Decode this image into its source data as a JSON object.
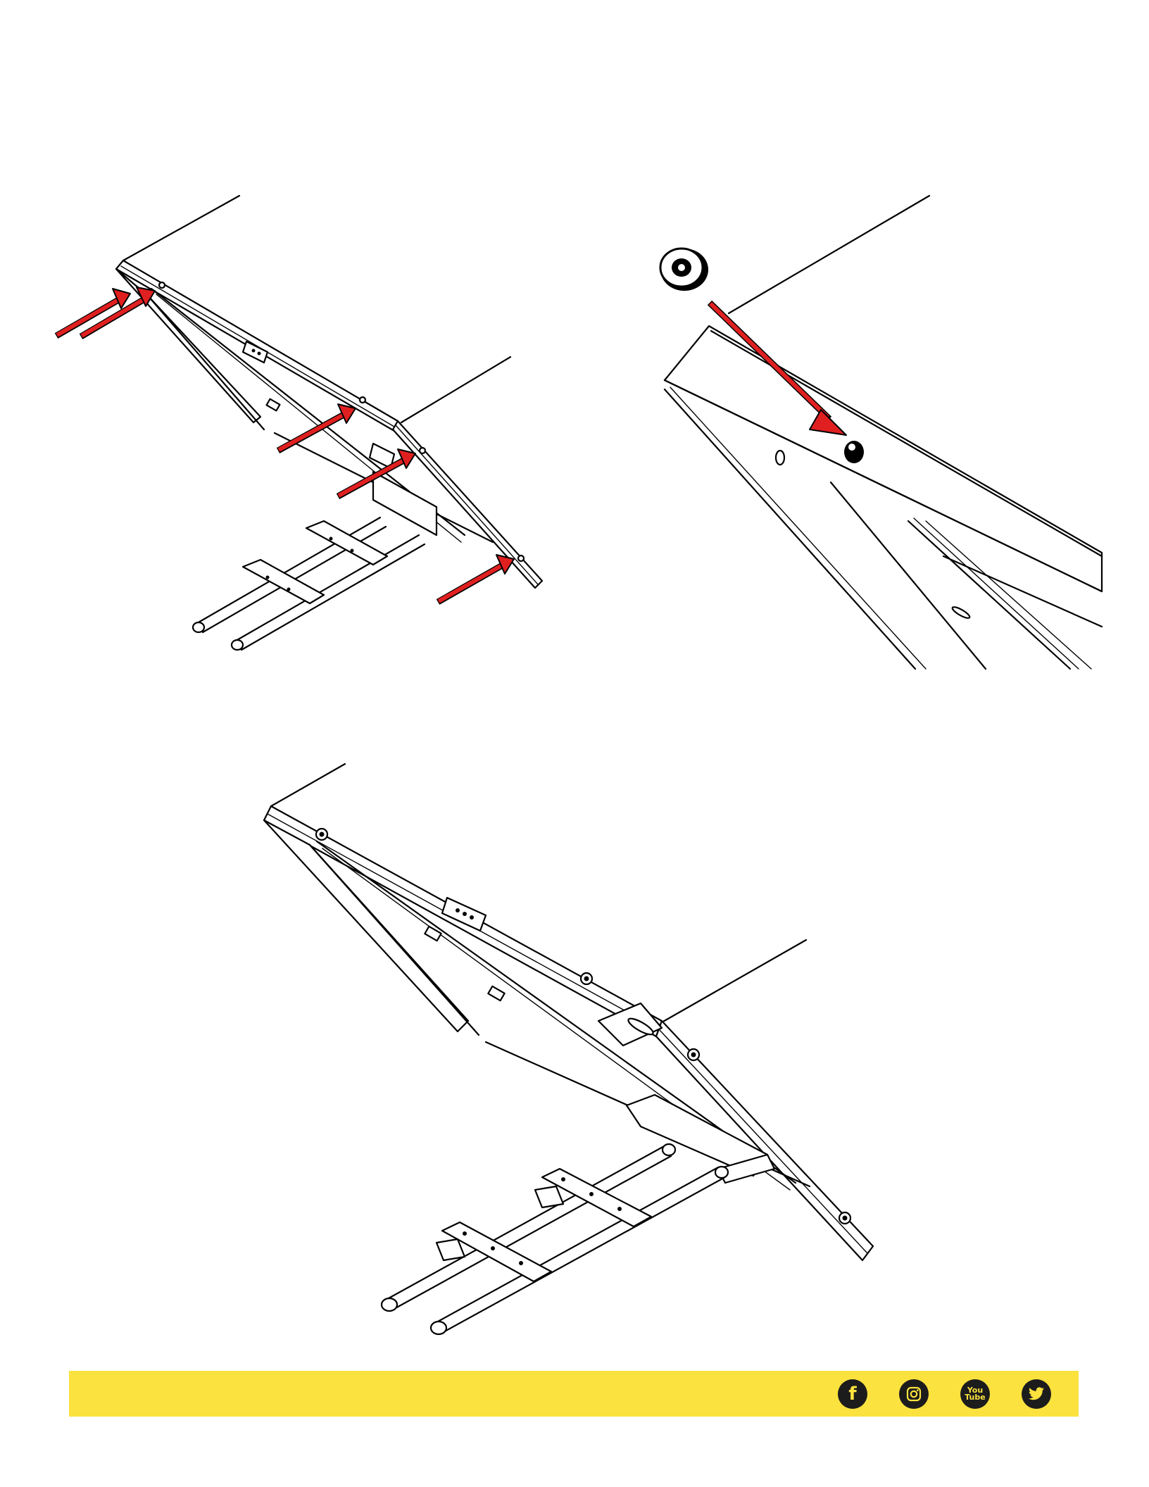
{
  "figures": [
    {
      "id": "step-a",
      "callouts": "red-arrows",
      "count": 5
    },
    {
      "id": "step-b",
      "callouts": "red-arrow",
      "count": 1
    },
    {
      "id": "step-c",
      "callouts": "none",
      "count": 0
    }
  ],
  "footer": {
    "background": "#fbe23e",
    "icons": [
      {
        "name": "facebook-icon",
        "glyph": "f"
      },
      {
        "name": "instagram-icon",
        "glyph": ""
      },
      {
        "name": "youtube-icon",
        "glyph": "You Tube"
      },
      {
        "name": "twitter-icon",
        "glyph": ""
      }
    ]
  },
  "colors": {
    "arrow": "#e02020",
    "line": "#000000",
    "accent": "#fbe23e"
  }
}
